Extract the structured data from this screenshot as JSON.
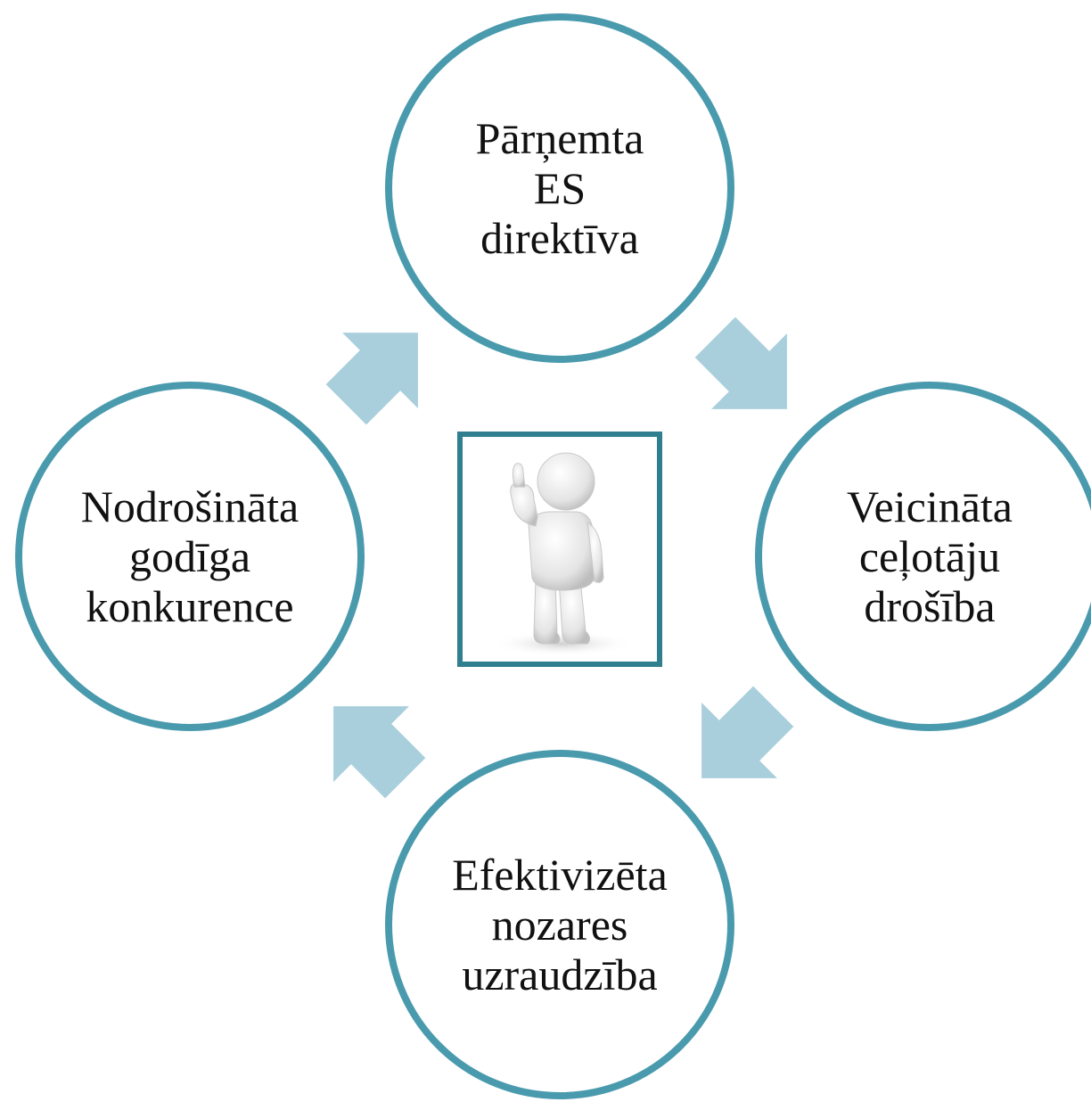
{
  "diagram": {
    "colors": {
      "circle_border": "#4a9aae",
      "arrow_fill": "#a9cfdc",
      "frame_border": "#2f7f8e"
    },
    "nodes": [
      {
        "id": "top",
        "label": "Pārņemta\nES\ndirektīva"
      },
      {
        "id": "right",
        "label": "Veicināta\nceļotāju\ndrošība"
      },
      {
        "id": "bottom",
        "label": "Efektivizēta\nnozares\nuzraudzība"
      },
      {
        "id": "left",
        "label": "Nodrošināta\ngodīga\nkonkurence"
      }
    ],
    "center_image": "thumbs-up-figure",
    "arrows": [
      {
        "from": "top",
        "to": "right",
        "icon": "arrow-down-right-icon"
      },
      {
        "from": "right",
        "to": "bottom",
        "icon": "arrow-down-left-icon"
      },
      {
        "from": "bottom",
        "to": "left",
        "icon": "arrow-up-left-icon"
      },
      {
        "from": "left",
        "to": "top",
        "icon": "arrow-up-right-icon"
      }
    ]
  }
}
